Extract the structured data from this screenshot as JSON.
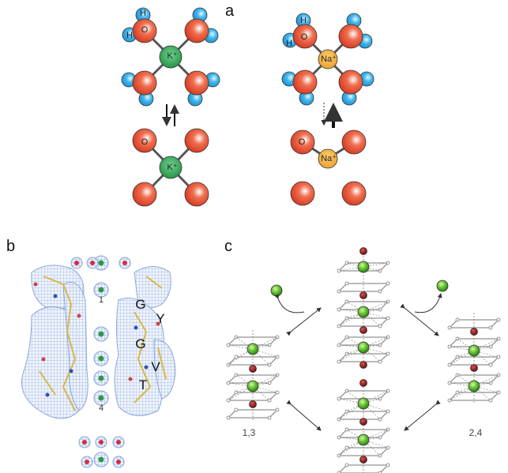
{
  "panels": {
    "a": "a",
    "b": "b",
    "c": "c"
  },
  "atoms": {
    "hydrogen": "H",
    "oxygen": "O",
    "potassium": "K⁺",
    "sodium": "Na⁺"
  },
  "panel_b": {
    "residues": [
      "G",
      "Y",
      "G",
      "V",
      "T"
    ],
    "site_top": "1",
    "site_bottom": "4"
  },
  "panel_c": {
    "left_label": "1,3",
    "right_label": "2,4"
  },
  "colors": {
    "oxygen": "#e8442a",
    "hydrogen": "#2aa8e0",
    "potassium": "#2a9a4a",
    "sodium": "#f0a830",
    "mesh": "#7f9fd8",
    "stick": "#d8b840",
    "water": "#8a0f10"
  }
}
